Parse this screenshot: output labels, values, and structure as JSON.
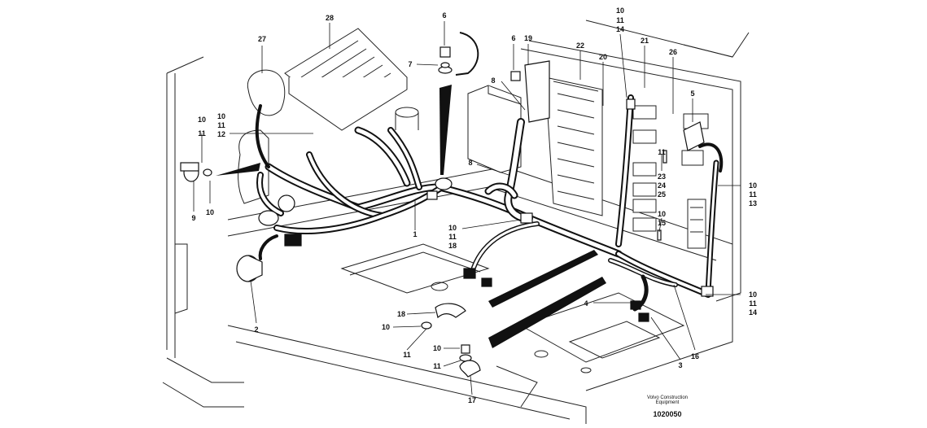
{
  "labels": {
    "l1": "1",
    "l2": "2",
    "l3": "3",
    "l4": "4",
    "l5": "5",
    "l6a": "6",
    "l6b": "6",
    "l7": "7",
    "l8a": "8",
    "l8b": "8",
    "l9": "9",
    "l10a": "10",
    "l10b": "10",
    "l10c": "10",
    "l10d": "10",
    "l10e": "10",
    "l10f": "10",
    "l10g": "10",
    "l10h": "10",
    "l10i": "10",
    "l10j": "10",
    "l11a": "11",
    "l11b": "11",
    "l11c": "11",
    "l11d": "11",
    "l11e": "11",
    "l11f": "11",
    "l11g": "11",
    "l11h": "11",
    "l11i": "11",
    "l12": "12",
    "l13": "13",
    "l14a": "14",
    "l14b": "14",
    "l15": "15",
    "l16": "16",
    "l17": "17",
    "l18a": "18",
    "l18b": "18",
    "l19": "19",
    "l20": "20",
    "l21": "21",
    "l22": "22",
    "l23": "23",
    "l24": "24",
    "l25": "25",
    "l26": "26",
    "l27": "27",
    "l28": "28"
  },
  "footer": {
    "brand_line1": "Volvo Construction",
    "brand_line2": "Equipment",
    "drawing_number": "1020050"
  }
}
